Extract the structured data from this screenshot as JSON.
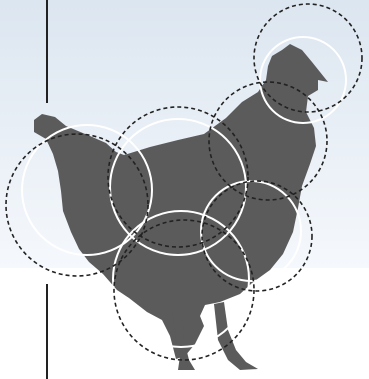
{
  "colors": {
    "backdrop_top": "#dce6f0",
    "backdrop_bottom": "#f5f8fc",
    "silhouette": "#5b5b5b",
    "divider": "#222222",
    "dashed_circle": "#222222",
    "solid_circle": "#ffffff"
  },
  "diagram": {
    "subject": "chicken-silhouette",
    "dashed_circle_count": 6,
    "solid_circle_count": 5
  }
}
